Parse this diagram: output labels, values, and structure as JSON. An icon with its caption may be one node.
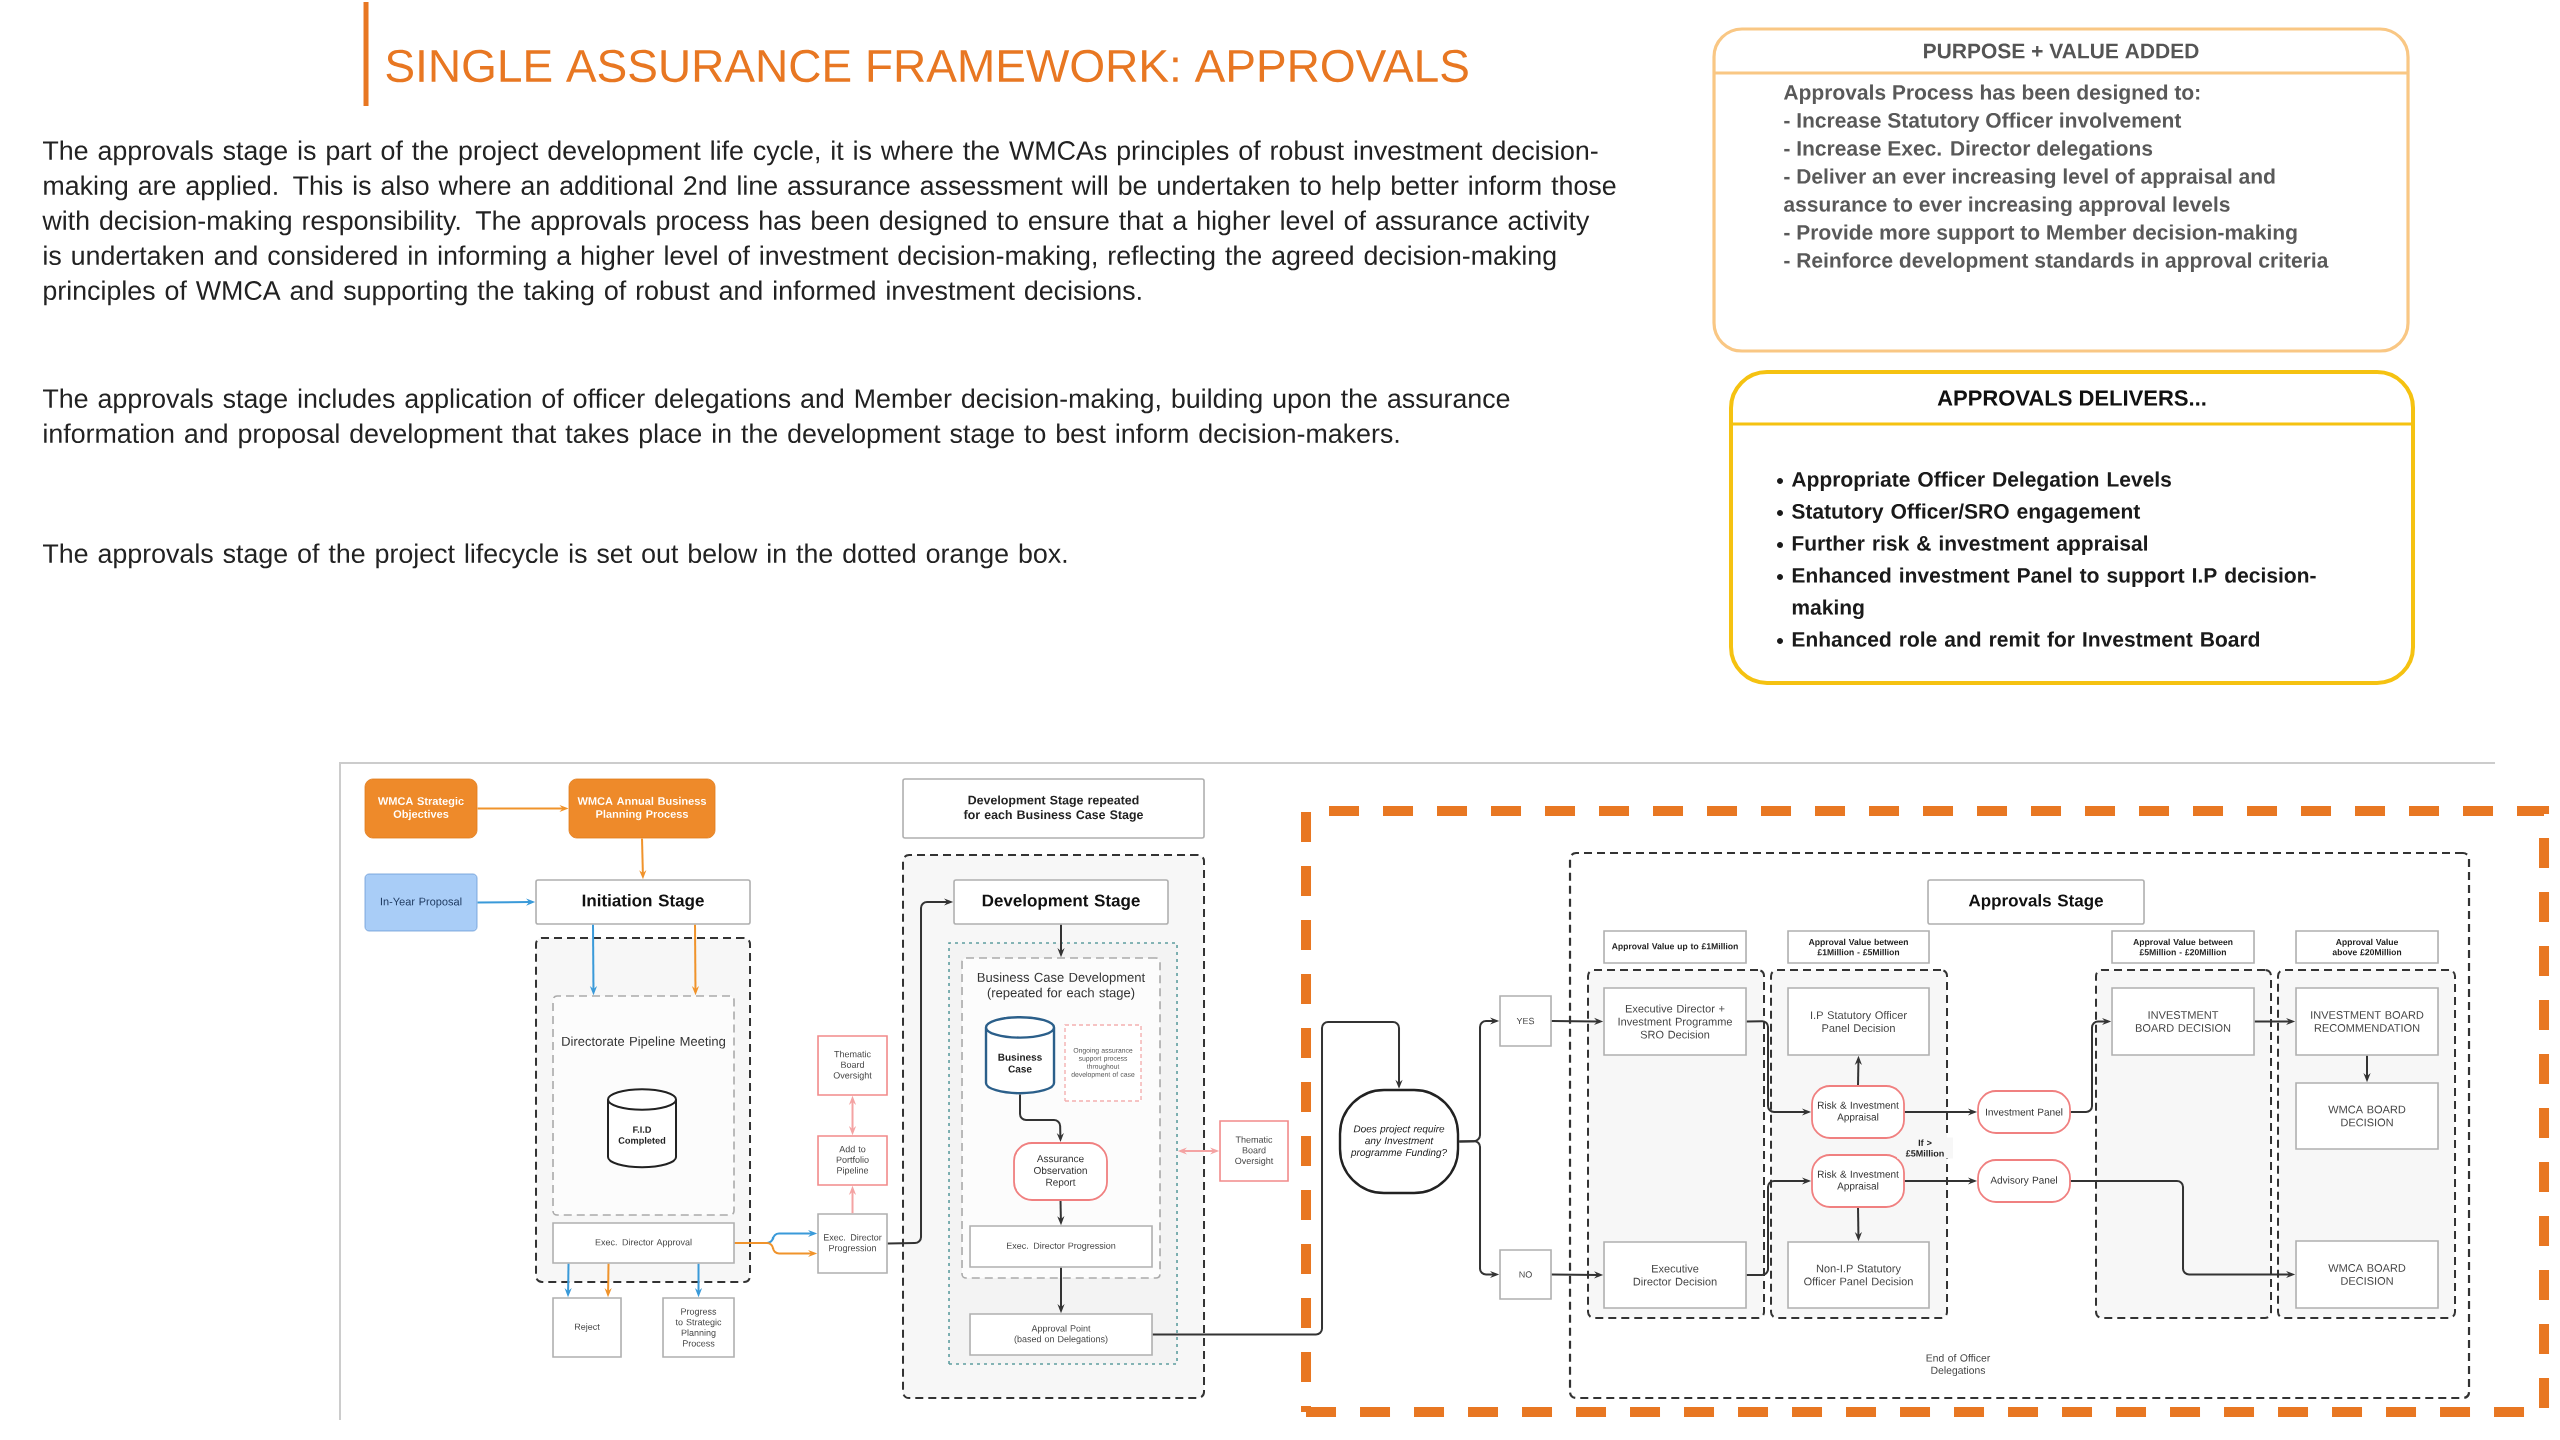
{
  "diagram": {
    "title": "SINGLE ASSURANCE FRAMEWORK: APPROVALS",
    "nodes": [
      {
        "text": [
          "PURPOSE + VALUE ADDED",
          "Approvals Process has been designed to:",
          "- Increase Statutory Officer involvement",
          "- Increase Exec. Director delegations",
          "- Deliver an ever increasing level of appraisal and assurance to ever increasing approval levels",
          "- Provide more support to Member decision-making",
          "- Reinforce development standards in approval criteria"
        ]
      },
      {
        "text": [
          "APPROVALS DELIVERS...",
          "Appropriate Officer Delegation Levels",
          "Statutory Officer/SRO engagement",
          "Further risk & investment appraisal",
          "Enhanced investment Panel to support I.P decision-making",
          "Enhanced role and remit for Investment Board"
        ]
      },
      {
        "text": [
          "WMCA Strategic Objectives"
        ]
      },
      {
        "text": [
          "WMCA Annual Business Planning Process"
        ]
      },
      {
        "text": [
          "In-Year Proposal"
        ]
      },
      {
        "text": [
          "Initiation Stage"
        ]
      },
      {
        "text": [],
        "shape": "box"
      },
      {
        "text": [
          "Directorate Pipeline Meeting"
        ],
        "in": 6
      },
      {
        "text": [
          "F.I.D Completed"
        ],
        "in": 7
      },
      {
        "text": [
          "Exec. Director Approval"
        ],
        "in": 6
      },
      {
        "text": [
          "Reject"
        ]
      },
      {
        "text": [
          "Progress to Strategic Planning Process"
        ]
      },
      {
        "text": [
          "Thematic Board Oversight"
        ]
      },
      {
        "text": [
          "Add to Portfolio Pipeline"
        ]
      },
      {
        "text": [
          "Exec. Director Progression"
        ]
      },
      {
        "text": [
          "Development Stage repeated for each Business Case Stage"
        ]
      },
      {
        "text": [],
        "shape": "box"
      },
      {
        "text": [
          "Development Stage"
        ],
        "in": 16
      },
      {
        "text": [],
        "shape": "box",
        "in": 16
      },
      {
        "text": [
          "Business Case Development (repeated for each stage)"
        ],
        "in": 18
      },
      {
        "text": [
          "Business Case"
        ],
        "in": 19
      },
      {
        "text": [
          "Ongoing assurance support process throughout development of case"
        ],
        "in": 19
      },
      {
        "text": [
          "Assurance Observation Report"
        ],
        "in": 19
      },
      {
        "text": [
          "Exec. Director Progression"
        ],
        "in": 19
      },
      {
        "text": [
          "Approval Point",
          "(based on Delegations)"
        ],
        "in": 18
      },
      {
        "text": [
          "Thematic Board Oversight"
        ]
      },
      {
        "text": [],
        "shape": "box"
      },
      {
        "text": [
          "Does project require any Investment programme Funding?"
        ],
        "in": 26
      },
      {
        "text": [
          "YES"
        ],
        "in": 26
      },
      {
        "text": [
          "NO"
        ],
        "in": 26
      },
      {
        "text": [],
        "shape": "box",
        "in": 26
      },
      {
        "text": [
          "Approvals Stage"
        ],
        "in": 30
      },
      {
        "text": [
          "Approval Value up to £1Million"
        ],
        "in": 30
      },
      {
        "text": [
          "Approval Value between £1Million - £5Million"
        ],
        "in": 30
      },
      {
        "text": [
          "Approval Value between £5Million - £20Million"
        ],
        "in": 30
      },
      {
        "text": [
          "Approval Value above £20Million"
        ],
        "in": 30
      },
      {
        "text": [],
        "shape": "box",
        "in": 30
      },
      {
        "text": [],
        "shape": "box",
        "in": 30
      },
      {
        "text": [],
        "shape": "box",
        "in": 30
      },
      {
        "text": [],
        "shape": "box",
        "in": 30
      },
      {
        "text": [
          "Executive Director + Investment Programme SRO Decision"
        ],
        "in": 36
      },
      {
        "text": [
          "Executive Director Decision"
        ],
        "in": 36
      },
      {
        "text": [
          "I.P Statutory Officer Panel Decision"
        ],
        "in": 37
      },
      {
        "text": [
          "Risk & Investment Appraisal"
        ],
        "in": 37
      },
      {
        "text": [
          "Risk & Investment Appraisal"
        ],
        "in": 37
      },
      {
        "text": [
          "Non-I.P Statutory Officer Panel Decision"
        ],
        "in": 37
      },
      {
        "text": [
          "Investment Panel"
        ],
        "in": 30
      },
      {
        "text": [
          "Advisory Panel"
        ],
        "in": 30
      },
      {
        "text": [
          "INVESTMENT BOARD DECISION"
        ],
        "in": 38
      },
      {
        "text": [
          "INVESTMENT BOARD RECOMMENDATION"
        ],
        "in": 39
      },
      {
        "text": [
          "WMCA BOARD DECISION"
        ],
        "in": 39
      },
      {
        "text": [
          "WMCA BOARD DECISION"
        ],
        "in": 39
      }
    ],
    "edges": [
      {
        "from": 2,
        "to": 3,
        "arrow": "to",
        "color": "#f0932b"
      },
      {
        "from": 3,
        "to": 5,
        "arrow": "to",
        "color": "#f0932b"
      },
      {
        "from": 4,
        "to": 5,
        "arrow": "to",
        "color": "#3a9ad9"
      },
      {
        "from": 5,
        "to": 7,
        "arrow": "to",
        "color": "#3a9ad9"
      },
      {
        "from": 5,
        "to": 7,
        "arrow": "to",
        "color": "#f0932b"
      },
      {
        "from": 9,
        "to": 10,
        "arrow": "to",
        "color": "#3a9ad9"
      },
      {
        "from": 9,
        "to": 10,
        "arrow": "to",
        "color": "#f0932b"
      },
      {
        "from": 9,
        "to": 11,
        "arrow": "to",
        "color": "#3a9ad9"
      },
      {
        "from": 9,
        "to": 14,
        "arrow": "to",
        "color": "#3a9ad9"
      },
      {
        "from": 9,
        "to": 14,
        "arrow": "to",
        "color": "#f0932b"
      },
      {
        "from": 14,
        "to": 13,
        "arrow": "to",
        "color": "#f4a3a3"
      },
      {
        "from": 13,
        "to": 12,
        "arrow": "both",
        "color": "#f4a3a3"
      },
      {
        "from": 14,
        "to": 17,
        "arrow": "to"
      },
      {
        "from": 17,
        "to": 19,
        "arrow": "to"
      },
      {
        "from": 20,
        "to": 22,
        "arrow": "to"
      },
      {
        "from": 22,
        "to": 23,
        "arrow": "to"
      },
      {
        "from": 23,
        "to": 24,
        "arrow": "to"
      },
      {
        "from": 25,
        "to": 18,
        "arrow": "both",
        "color": "#f4a3a3"
      },
      {
        "from": 24,
        "to": 27,
        "arrow": "to"
      },
      {
        "from": 27,
        "to": 28,
        "arrow": "to"
      },
      {
        "from": 27,
        "to": 29,
        "arrow": "to"
      },
      {
        "from": 28,
        "to": 40,
        "arrow": "to"
      },
      {
        "from": 29,
        "to": 41,
        "arrow": "to"
      },
      {
        "from": 40,
        "to": 43,
        "arrow": "to"
      },
      {
        "from": 41,
        "to": 44,
        "arrow": "to"
      },
      {
        "from": 43,
        "to": 42,
        "arrow": "to"
      },
      {
        "from": 44,
        "to": 45,
        "arrow": "to"
      },
      {
        "from": 43,
        "to": 46,
        "arrow": "to"
      },
      {
        "from": 44,
        "to": 47,
        "arrow": "to"
      },
      {
        "from": 46,
        "to": 48,
        "arrow": "to"
      },
      {
        "from": 47,
        "to": 51,
        "arrow": "to"
      },
      {
        "from": 48,
        "to": 49,
        "arrow": "to"
      },
      {
        "from": 49,
        "to": 50,
        "arrow": "to"
      }
    ],
    "labels": [
      "The approvals stage is part of the project development life cycle, it is where the WMCAs principles of robust investment decision-making are applied. This is also where an additional 2nd line assurance assessment will be undertaken to help better inform those with decision-making responsibility. The approvals process has been designed to ensure that a higher level of assurance activity is undertaken and considered in informing a higher level of investment decision-making, reflecting the agreed decision-making principles of WMCA and supporting the taking of robust and informed investment decisions.",
      "The approvals stage includes application of officer delegations and Member decision-making, building upon the assurance information and proposal development that takes place in the development stage to best inform decision-makers.",
      "The approvals stage of the project lifecycle is set out below in the dotted orange box.",
      "If > £5Million",
      "End of Officer Delegations"
    ]
  }
}
